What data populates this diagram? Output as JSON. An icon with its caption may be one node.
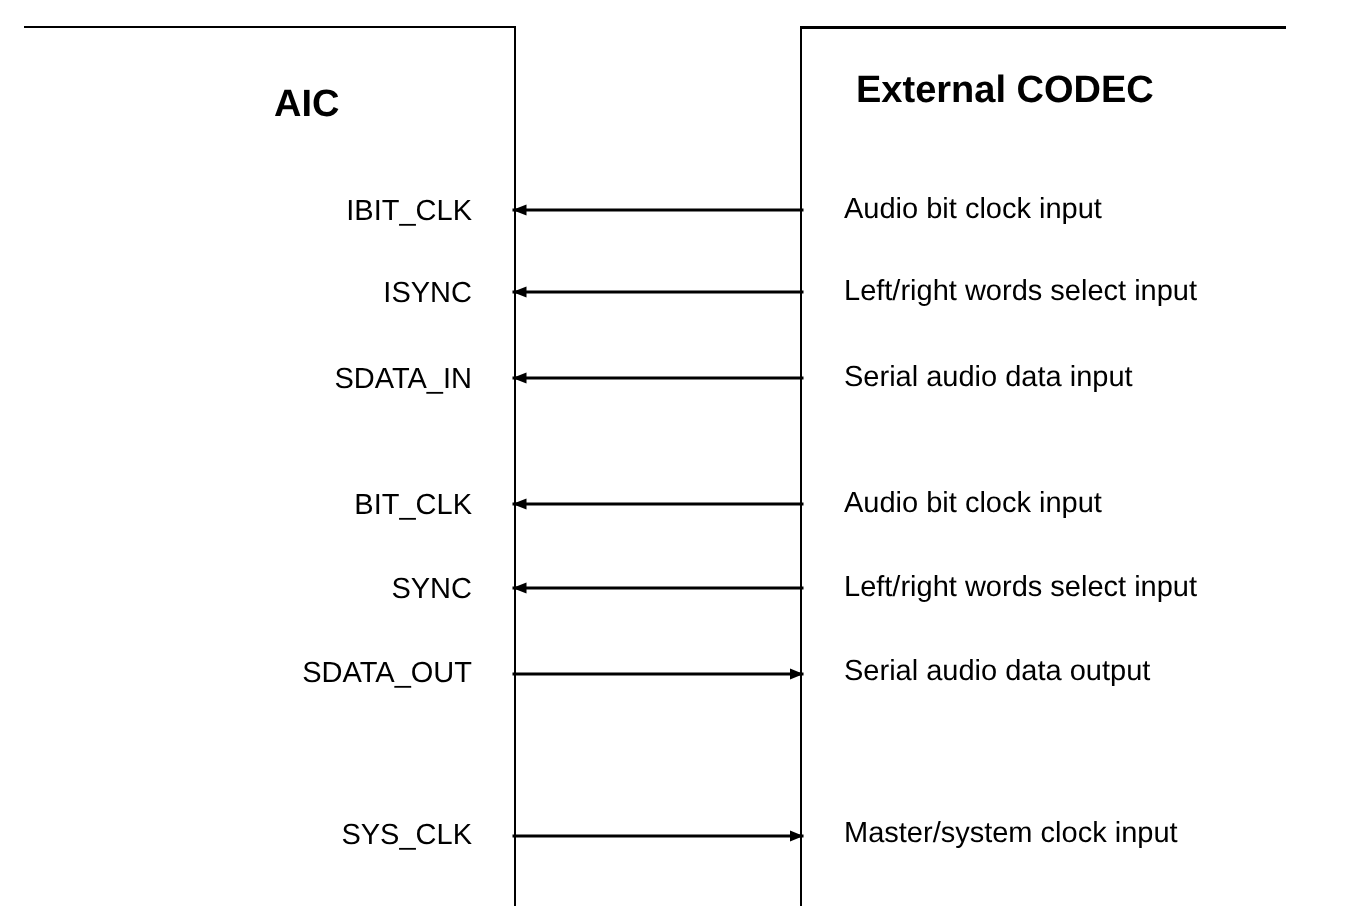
{
  "diagram": {
    "nodes": [
      {
        "text": [
          "AIC"
        ]
      },
      {
        "text": [
          "External CODEC"
        ]
      },
      {
        "text": [
          "IBIT_CLK"
        ],
        "in": 0
      },
      {
        "text": [
          "ISYNC"
        ],
        "in": 0
      },
      {
        "text": [
          "SDATA_IN"
        ],
        "in": 0
      },
      {
        "text": [
          "BIT_CLK"
        ],
        "in": 0
      },
      {
        "text": [
          "SYNC"
        ],
        "in": 0
      },
      {
        "text": [
          "SDATA_OUT"
        ],
        "in": 0
      },
      {
        "text": [
          "SYS_CLK"
        ],
        "in": 0
      },
      {
        "text": [
          "Audio bit clock input"
        ],
        "in": 1
      },
      {
        "text": [
          "Left/right words select input"
        ],
        "in": 1
      },
      {
        "text": [
          "Serial audio data input"
        ],
        "in": 1
      },
      {
        "text": [
          "Audio bit clock input"
        ],
        "in": 1
      },
      {
        "text": [
          "Left/right words select input"
        ],
        "in": 1
      },
      {
        "text": [
          "Serial audio data output"
        ],
        "in": 1
      },
      {
        "text": [
          "Master/system clock input"
        ],
        "in": 1
      }
    ],
    "edges": [
      {
        "from": 9,
        "to": 2,
        "arrow": "to"
      },
      {
        "from": 10,
        "to": 3,
        "arrow": "to"
      },
      {
        "from": 11,
        "to": 4,
        "arrow": "to"
      },
      {
        "from": 12,
        "to": 5,
        "arrow": "to"
      },
      {
        "from": 13,
        "to": 6,
        "arrow": "to"
      },
      {
        "from": 7,
        "to": 14,
        "arrow": "to"
      },
      {
        "from": 8,
        "to": 15,
        "arrow": "to"
      }
    ]
  }
}
